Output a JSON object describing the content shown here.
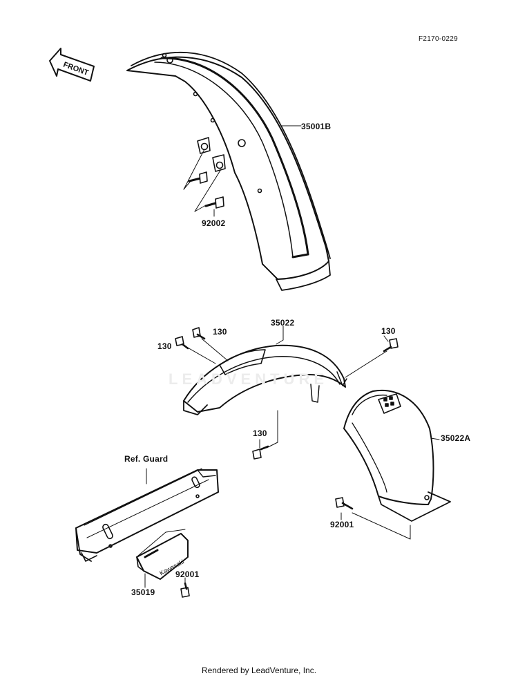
{
  "diagram": {
    "code": "F2170-0229",
    "front_arrow_label": "FRONT",
    "watermark": "LEADVENTURE",
    "footer": "Rendered by LeadVenture, Inc.",
    "labels": {
      "front_fender": "35001B",
      "front_bolt": "92002",
      "rear_fender": "35022",
      "bolt_130_a": "130",
      "bolt_130_b": "130",
      "bolt_130_c": "130",
      "bolt_130_d": "130",
      "flap": "35022A",
      "flap_bolt": "92001",
      "ref_guard": "Ref. Guard",
      "plate": "35019",
      "plate_bolt": "92001",
      "plate_brand": "Kawasaki"
    }
  }
}
